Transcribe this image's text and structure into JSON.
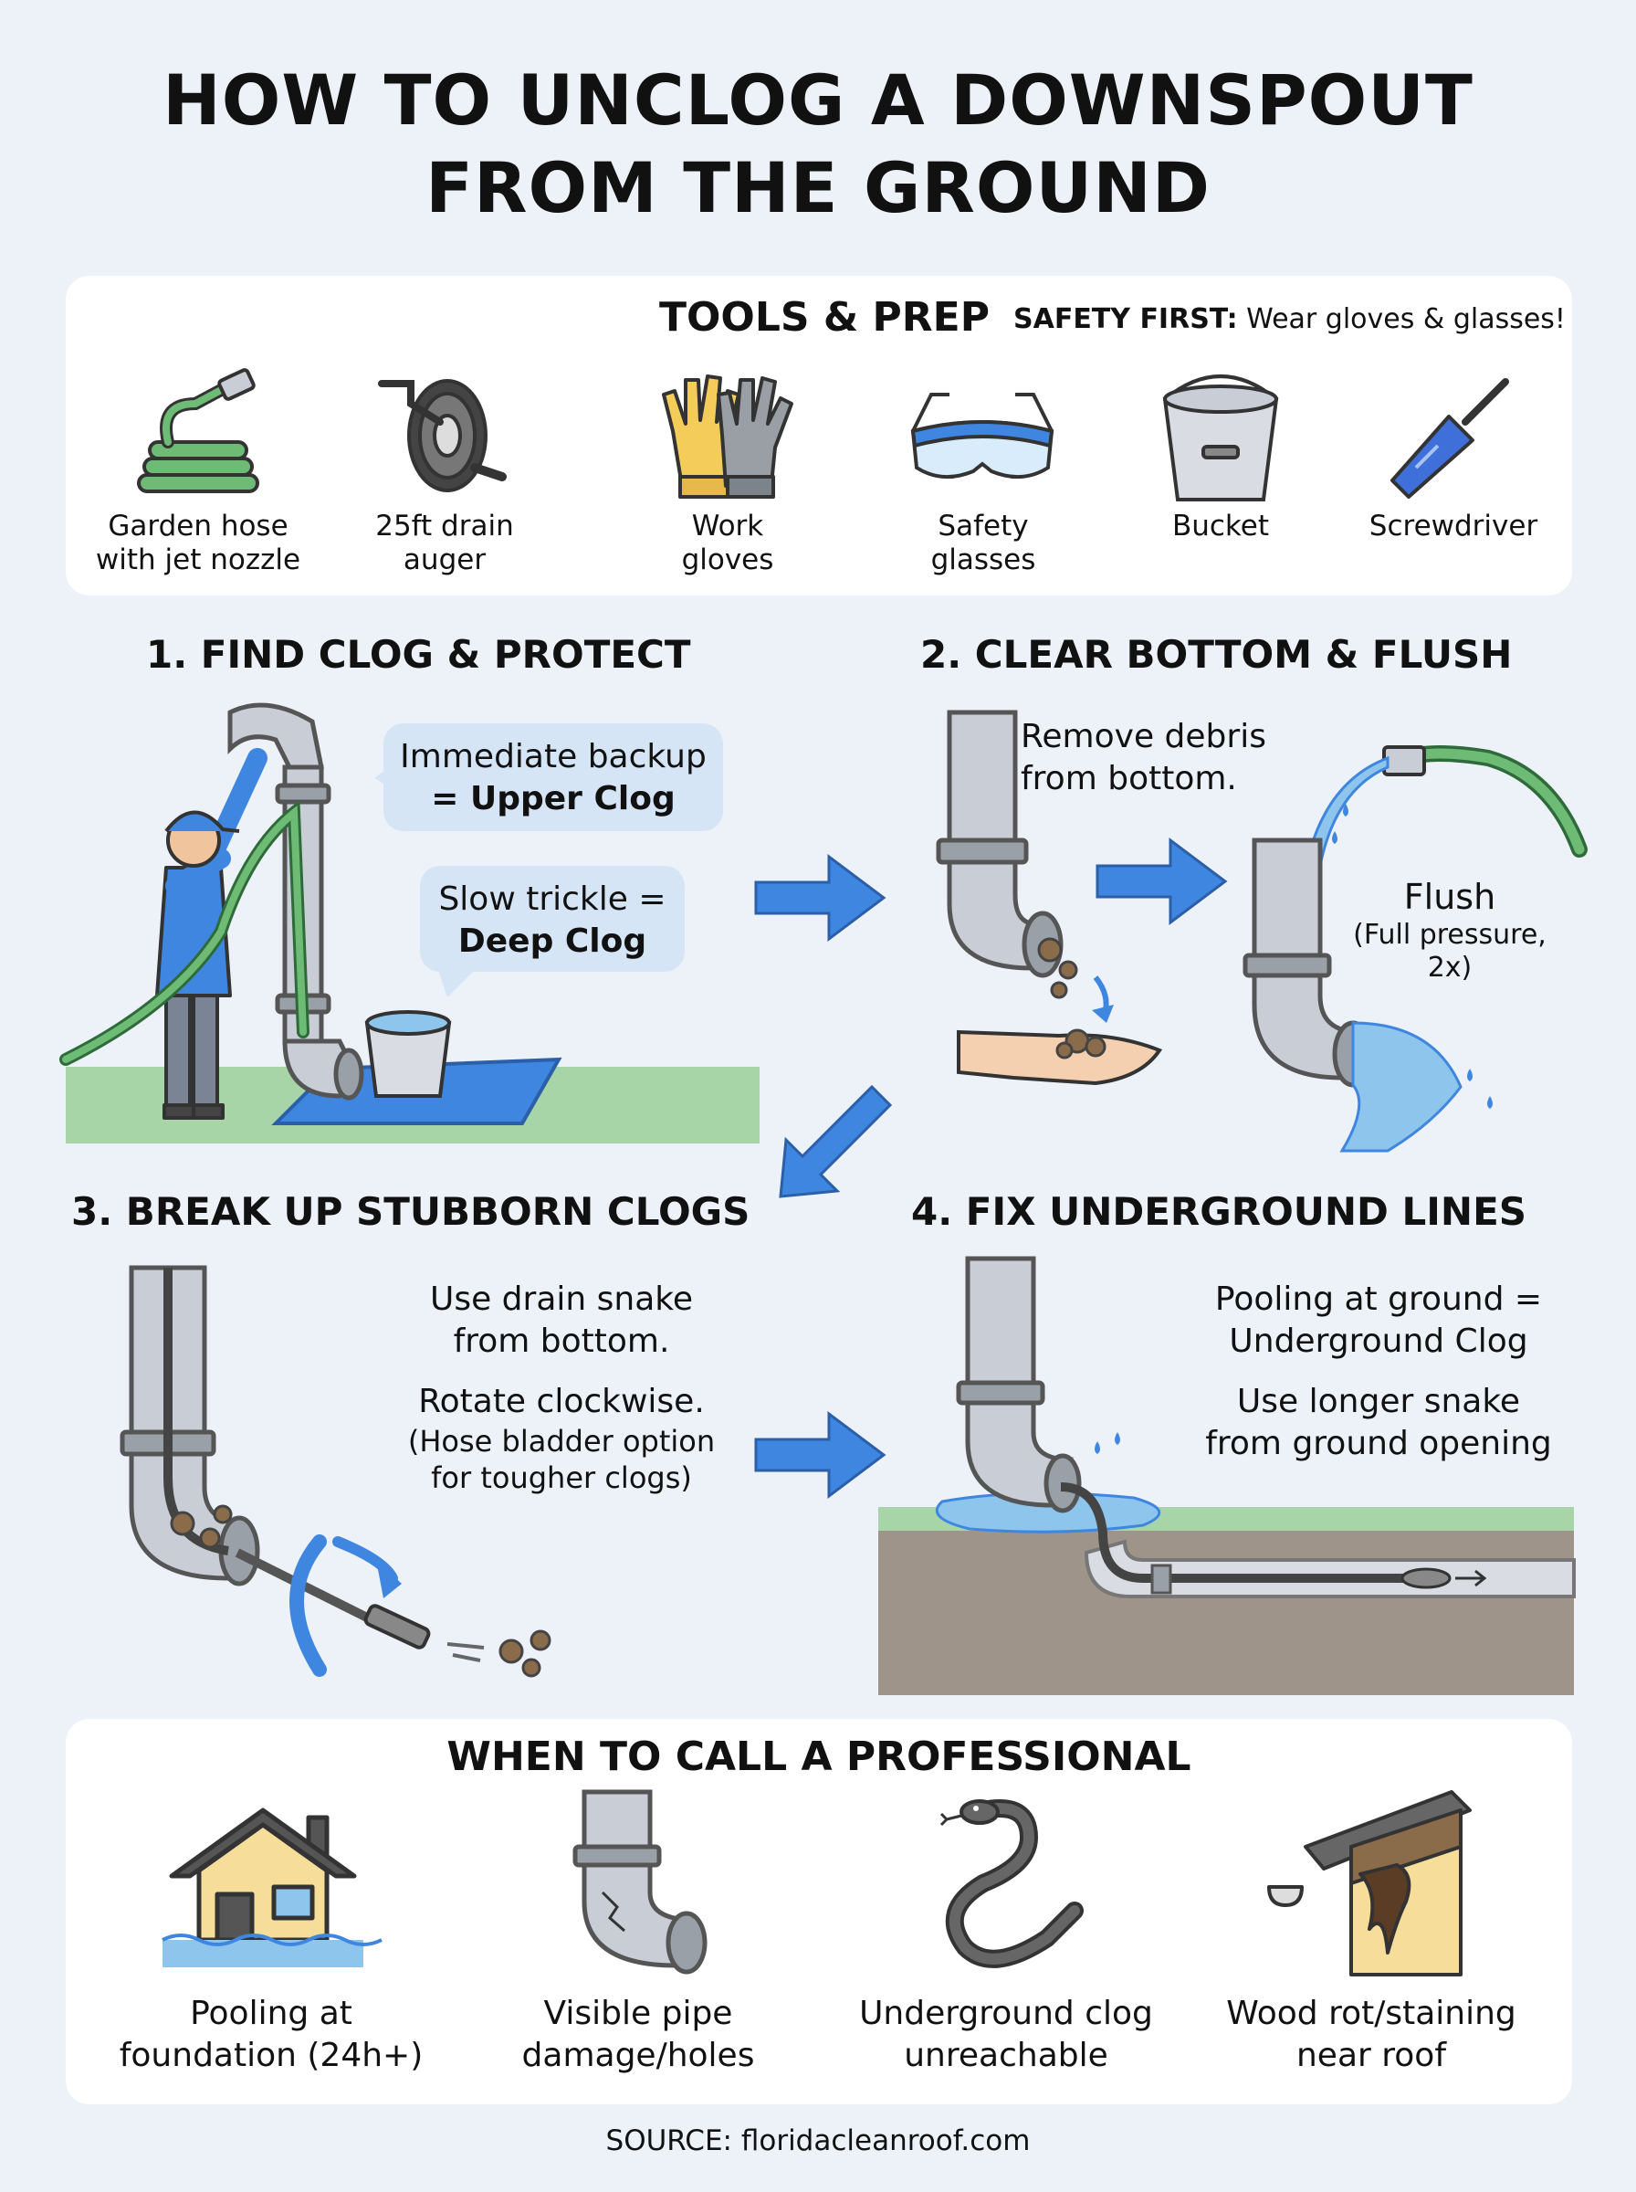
{
  "title": {
    "line1": "HOW TO UNCLOG A DOWNSPOUT",
    "line2": "FROM THE GROUND"
  },
  "tools": {
    "heading": "TOOLS & PREP",
    "safety_label": "SAFETY FIRST:",
    "safety_text": " Wear gloves & glasses!",
    "items": [
      {
        "icon": "garden-hose-icon",
        "line1": "Garden hose",
        "line2": "with jet nozzle"
      },
      {
        "icon": "drain-auger-icon",
        "line1": "25ft drain",
        "line2": "auger"
      },
      {
        "icon": "work-gloves-icon",
        "line1": "Work",
        "line2": "gloves"
      },
      {
        "icon": "safety-glasses-icon",
        "line1": "Safety",
        "line2": "glasses"
      },
      {
        "icon": "bucket-icon",
        "line1": "Bucket",
        "line2": ""
      },
      {
        "icon": "screwdriver-icon",
        "line1": "Screwdriver",
        "line2": ""
      }
    ]
  },
  "steps": {
    "step1": {
      "heading": "1. FIND CLOG & PROTECT",
      "bubble1_line1": "Immediate backup",
      "bubble1_line2": "= Upper Clog",
      "bubble2_line1": "Slow trickle =",
      "bubble2_line2": "Deep Clog"
    },
    "step2": {
      "heading": "2. CLEAR BOTTOM & FLUSH",
      "text_line1": "Remove debris",
      "text_line2": "from bottom.",
      "flush_title": "Flush",
      "flush_note": "(Full pressure, 2x)"
    },
    "step3": {
      "heading": "3. BREAK UP STUBBORN CLOGS",
      "text1_line1": "Use drain snake",
      "text1_line2": "from bottom.",
      "text2": "Rotate clockwise.",
      "note_line1": "(Hose bladder option",
      "note_line2": "for tougher clogs)"
    },
    "step4": {
      "heading": "4. FIX UNDERGROUND LINES",
      "text1_line1": "Pooling at ground =",
      "text1_line2": "Underground Clog",
      "text2_line1": "Use longer snake",
      "text2_line2": "from ground opening"
    }
  },
  "professional": {
    "heading": "WHEN TO CALL A PROFESSIONAL",
    "items": [
      {
        "icon": "flooded-house-icon",
        "line1": "Pooling at",
        "line2": "foundation (24h+)"
      },
      {
        "icon": "cracked-pipe-icon",
        "line1": "Visible pipe",
        "line2": "damage/holes"
      },
      {
        "icon": "drain-snake-icon",
        "line1": "Underground clog",
        "line2": "unreachable"
      },
      {
        "icon": "wood-rot-icon",
        "line1": "Wood rot/staining",
        "line2": "near roof"
      }
    ]
  },
  "source": "SOURCE: floridacleanroof.com",
  "colors": {
    "background": "#edf1f8",
    "arrow_blue": "#3f86e0",
    "pipe_gray": "#c9ced6",
    "grass_green": "#a8d5a8",
    "water_blue": "#8ec5ec",
    "bubble_blue": "#d6e5f6"
  }
}
